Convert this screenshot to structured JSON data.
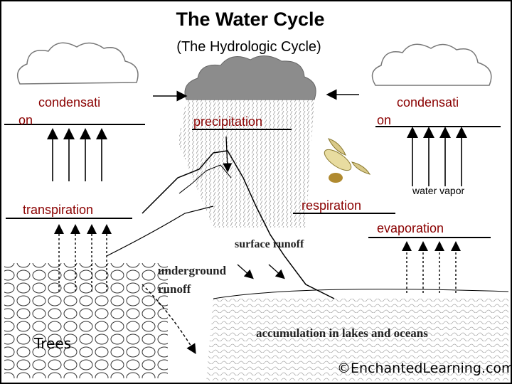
{
  "title": "The Water Cycle",
  "subtitle": "(The Hydrologic Cycle)",
  "labels": {
    "condensation_left_line1": "condensati",
    "condensation_left_line2": "on",
    "condensation_right_line1": "condensati",
    "condensation_right_line2": "on",
    "precipitation": "precipitation",
    "transpiration": "transpiration",
    "respiration": "respiration",
    "evaporation": "evaporation",
    "water_vapor": "water vapor",
    "surface_runoff": "surface runoff",
    "underground_runoff_line1": "underground",
    "underground_runoff_line2": "runoff",
    "accumulation": "accumulation in lakes and oceans",
    "trees": "Trees",
    "credit": "©EnchantedLearning.com"
  },
  "colors": {
    "answer_text": "#8a0000",
    "line": "#000000",
    "storm_cloud": "#8c8c8c"
  },
  "icons": [
    "cloud-icon",
    "storm-cloud-icon",
    "bird-icon",
    "arrow-up-icon",
    "arrow-right-icon",
    "arrow-left-icon"
  ]
}
